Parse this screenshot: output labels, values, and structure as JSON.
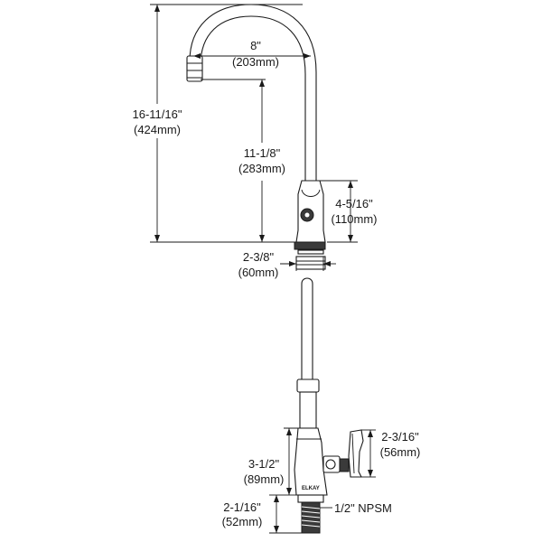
{
  "dimensions": {
    "spout_reach": {
      "imperial": "8\"",
      "metric": "(203mm)"
    },
    "spout_height": {
      "imperial": "11-1/8\"",
      "metric": "(283mm)"
    },
    "overall_height": {
      "imperial": "16-11/16\"",
      "metric": "(424mm)"
    },
    "base_height": {
      "imperial": "4-5/16\"",
      "metric": "(110mm)"
    },
    "shank_diameter": {
      "imperial": "2-3/8\"",
      "metric": "(60mm)"
    },
    "handle_height": {
      "imperial": "2-3/16\"",
      "metric": "(56mm)"
    },
    "valve_height": {
      "imperial": "3-1/2\"",
      "metric": "(89mm)"
    },
    "inlet_height": {
      "imperial": "2-1/16\"",
      "metric": "(52mm)"
    }
  },
  "inlet_thread_label": "1/2\" NPSM",
  "brand_mark": "ELKAY"
}
